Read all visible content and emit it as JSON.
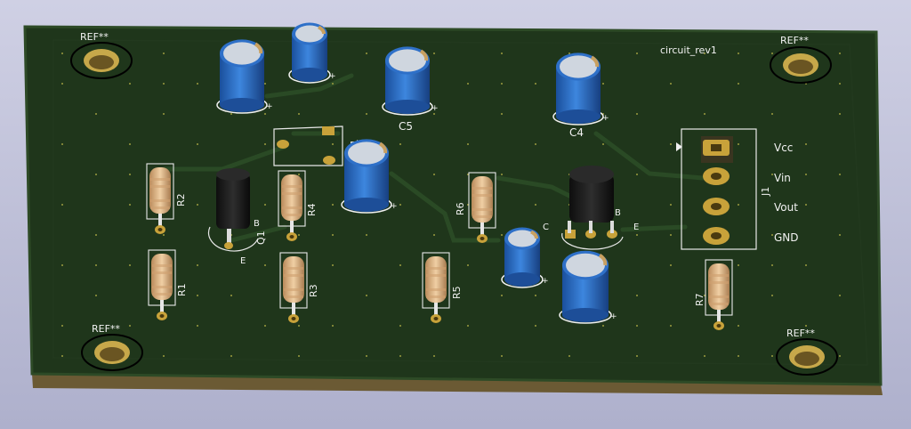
{
  "board": {
    "title": "circuit_rev1",
    "colors": {
      "pcb": "#1f361b",
      "copper": "#c8a23a",
      "silk": "#f2f2f2",
      "cap": "#2a6bc4",
      "resistor": "#e1b98a"
    }
  },
  "mounting_holes": [
    {
      "label": "REF**"
    },
    {
      "label": "REF**"
    },
    {
      "label": "REF**"
    },
    {
      "label": "REF**"
    }
  ],
  "resistors": [
    {
      "ref": "R1"
    },
    {
      "ref": "R2"
    },
    {
      "ref": "R3"
    },
    {
      "ref": "R4"
    },
    {
      "ref": "R5"
    },
    {
      "ref": "R6"
    },
    {
      "ref": "R7"
    }
  ],
  "capacitors": [
    {
      "ref": "C5"
    },
    {
      "ref": "C4"
    }
  ],
  "transistors": [
    {
      "ref": "Q1",
      "pins": [
        "B",
        "E"
      ]
    },
    {
      "ref": "",
      "pins": [
        "C",
        "B",
        "E"
      ]
    }
  ],
  "trimmer": {
    "ref": "RV1"
  },
  "connector": {
    "ref": "J1",
    "pins": [
      "Vcc",
      "Vin",
      "Vout",
      "GND"
    ]
  }
}
